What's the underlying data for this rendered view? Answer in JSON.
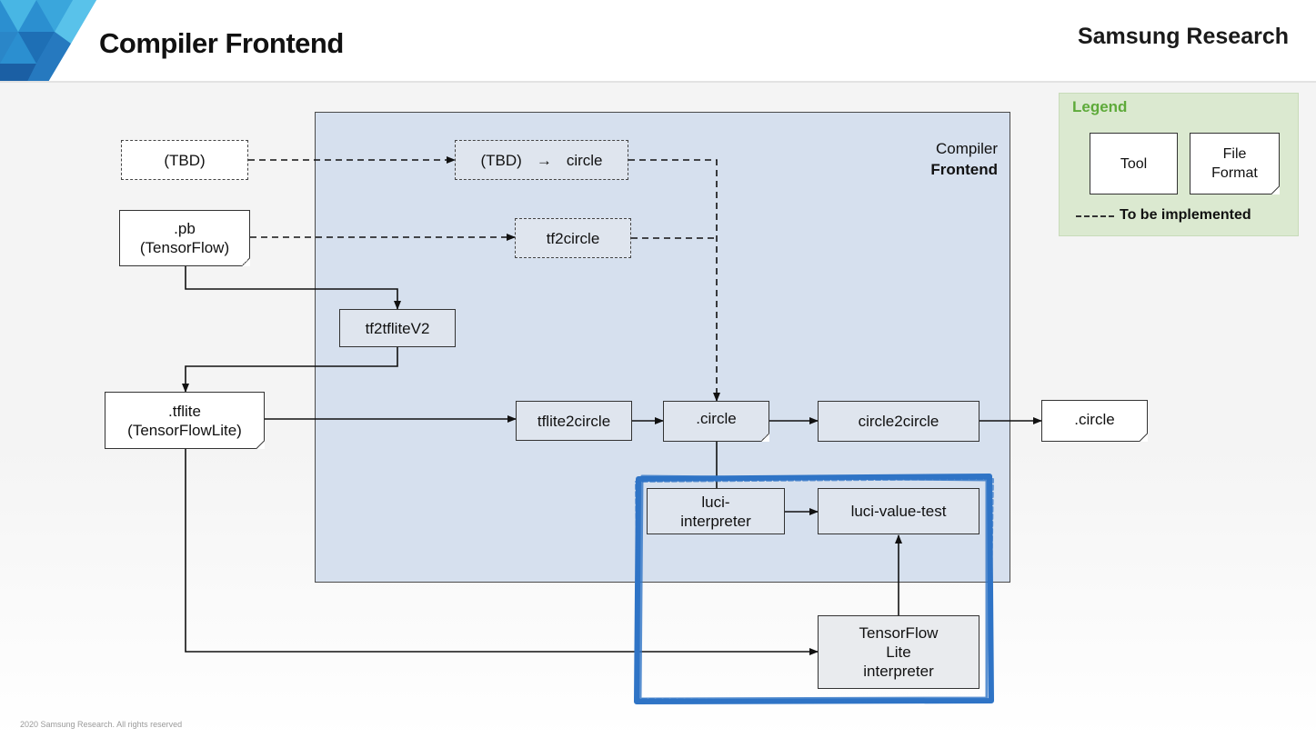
{
  "slide": {
    "title": "Compiler Frontend",
    "brand": "Samsung Research",
    "footer": "2020 Samsung Research. All rights reserved"
  },
  "frontend_area": {
    "line1": "Compiler",
    "line2": "Frontend"
  },
  "nodes": {
    "tbd_input": "(TBD)",
    "tbd_to_circle_left": "(TBD)",
    "tbd_to_circle_arrow": "→",
    "tbd_to_circle_right": "circle",
    "pb_line1": ".pb",
    "pb_line2": "(TensorFlow)",
    "tf2circle": "tf2circle",
    "tf2tfliteV2": "tf2tfliteV2",
    "tflite_line1": ".tflite",
    "tflite_line2": "(TensorFlowLite)",
    "tflite2circle": "tflite2circle",
    "circle_mid": ".circle",
    "circle2circle": "circle2circle",
    "circle_out": ".circle",
    "luci_interpreter_line1": "luci-",
    "luci_interpreter_line2": "interpreter",
    "luci_value_test": "luci-value-test",
    "tflite_interp_line1": "TensorFlow",
    "tflite_interp_line2": "Lite",
    "tflite_interp_line3": "interpreter"
  },
  "legend": {
    "title": "Legend",
    "tool": "Tool",
    "file_line1": "File",
    "file_line2": "Format",
    "dashed_meaning": "To be implemented"
  },
  "colors": {
    "frontend_fill": "#d6e0ee",
    "legend_fill": "#dbe9d0",
    "legend_title": "#5eaa3a",
    "highlight_blue": "#2f74c6",
    "logo_blue_light": "#2fa3d8",
    "logo_blue_dark": "#1f6bb3"
  },
  "icons": [
    "samsung-research-logo"
  ]
}
